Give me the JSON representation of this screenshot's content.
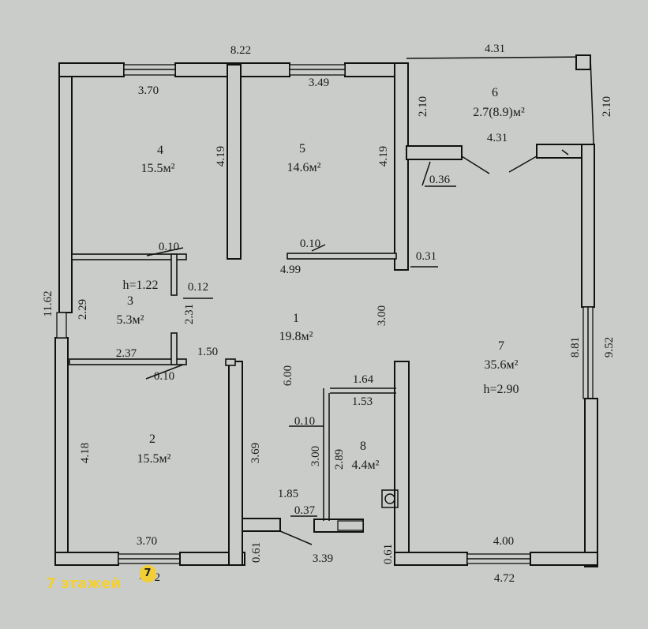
{
  "rooms": [
    {
      "num": "1",
      "area": "19.8м²"
    },
    {
      "num": "2",
      "area": "15.5м²"
    },
    {
      "num": "3",
      "area": "5.3м²",
      "height": "h=1.22"
    },
    {
      "num": "4",
      "area": "15.5м²"
    },
    {
      "num": "5",
      "area": "14.6м²"
    },
    {
      "num": "6",
      "area": "2.7(8.9)м²"
    },
    {
      "num": "7",
      "area": "35.6м²",
      "height": "h=2.90"
    },
    {
      "num": "8",
      "area": "4.4м²"
    }
  ],
  "dimensions": {
    "top_total": "8.22",
    "top_right": "4.31",
    "room4_width": "3.70",
    "room5_width": "3.49",
    "room4_depth": "4.19",
    "room5_depth": "4.19",
    "room6_left": "2.10",
    "room6_right": "2.10",
    "room6_width": "4.31",
    "door_036": "0.36",
    "wall_010_a": "0.10",
    "wall_010_b": "0.10",
    "wall_031": "0.31",
    "hall_499": "4.99",
    "left_total": "11.62",
    "room3_height": "2.29",
    "wall_012": "0.12",
    "room3_depth": "2.31",
    "hall_300": "3.00",
    "room3_width": "2.37",
    "wall_010_c": "0.10",
    "hall_150": "1.50",
    "right_881": "8.81",
    "right_952": "9.52",
    "hall_600": "6.00",
    "bath_164": "1.64",
    "bath_153": "1.53",
    "wall_010_d": "0.10",
    "room2_depth": "4.18",
    "hall_369": "3.69",
    "bath_300": "3.00",
    "bath_289": "2.89",
    "hall_185": "1.85",
    "wall_037": "0.37",
    "room2_width": "3.70",
    "room7_width": "4.00",
    "wall_061_a": "0.61",
    "hall_339": "3.39",
    "wall_061_b": "0.61",
    "bottom_left": "4.72",
    "bottom_right": "4.72"
  },
  "watermark": {
    "text": "7 этажей",
    "icon_label": "7"
  }
}
